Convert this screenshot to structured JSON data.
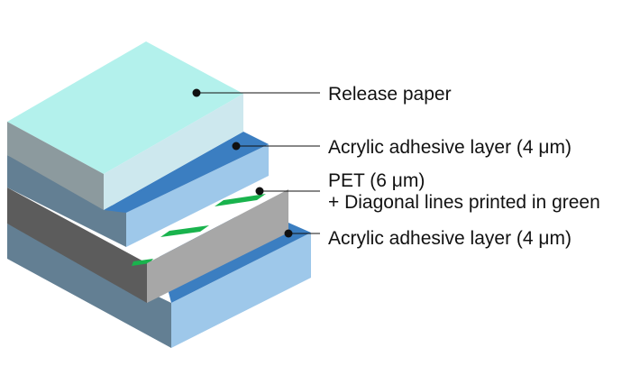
{
  "diagram": {
    "layers": [
      {
        "id": "release-paper",
        "label": "Release paper",
        "top": "#b3f1ec",
        "front": "#cde8ee",
        "side": "#8c9a9e"
      },
      {
        "id": "adhesive-top",
        "label": "Acrylic adhesive layer (4 μm)",
        "top": "#3b7ec1",
        "front": "#9ec8ea",
        "side": "#637f93"
      },
      {
        "id": "pet",
        "label_line1": "PET (6 μm)",
        "label_line2": "+ Diagonal lines printed in green",
        "top": "#ffffff",
        "stripe": "#19b34d",
        "front": "#a7a7a7",
        "side": "#5c5c5c"
      },
      {
        "id": "adhesive-bottom",
        "label": "Acrylic adhesive layer (4 μm)",
        "top": "#3b7ec1",
        "front": "#9ec8ea",
        "side": "#637f93"
      }
    ]
  }
}
